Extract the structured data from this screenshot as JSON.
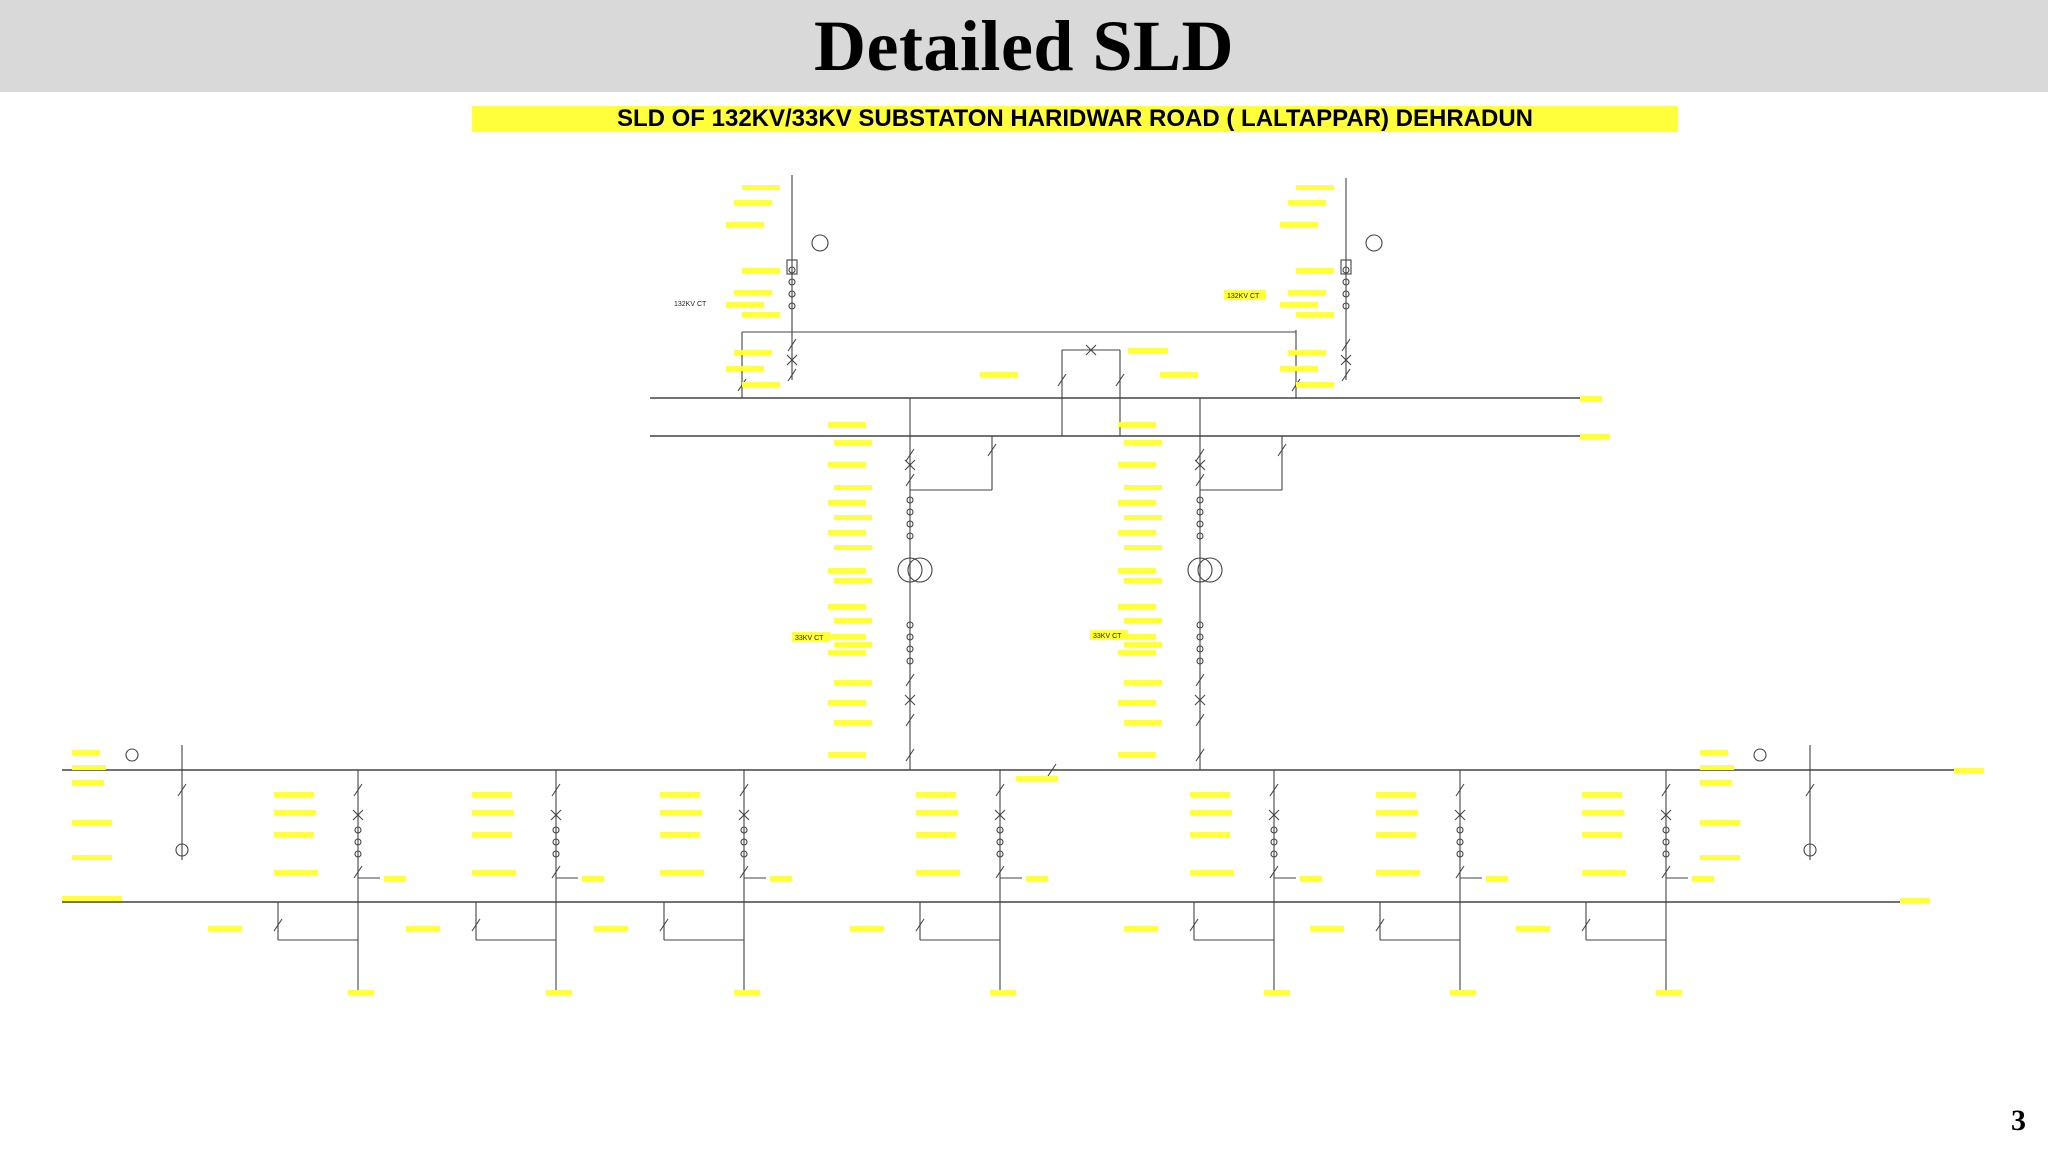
{
  "slide": {
    "title": "Detailed SLD",
    "page_number": "3"
  },
  "diagram": {
    "title": "SLD OF 132KV/33KV SUBSTATON HARIDWAR ROAD ( LALTAPPAR) DEHRADUN",
    "highlight_color": "#ffff3b",
    "line_color": "#333333",
    "labels": {
      "ct_132_left": "132KV CT",
      "ct_132_right": "132KV CT",
      "ct_33_left": "33KV CT",
      "ct_33_right": "33KV CT"
    }
  }
}
